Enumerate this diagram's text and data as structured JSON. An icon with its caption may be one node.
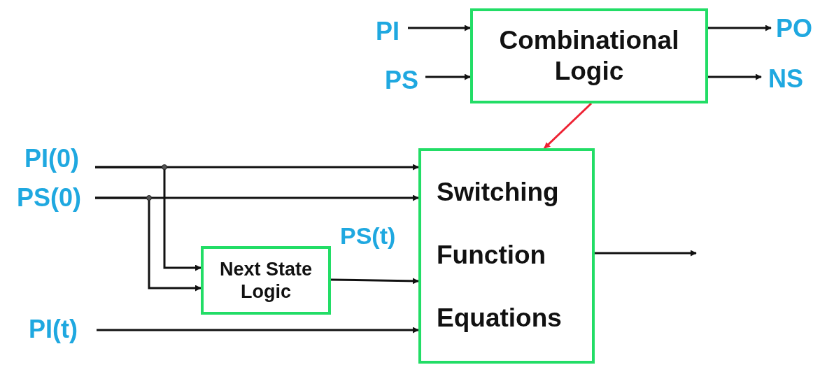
{
  "diagram": {
    "nodes": [
      {
        "text": [
          "PI"
        ]
      },
      {
        "text": [
          "PS"
        ]
      },
      {
        "text": [
          "Combinational Logic"
        ]
      },
      {
        "text": [
          "PO"
        ]
      },
      {
        "text": [
          "NS"
        ]
      },
      {
        "text": [
          "PI(0)"
        ]
      },
      {
        "text": [
          "PS(0)"
        ]
      },
      {
        "text": [
          "Next State Logic"
        ]
      },
      {
        "text": [
          "Switching Function Equations"
        ]
      },
      {
        "text": [
          "PI(t)"
        ]
      }
    ],
    "edges": [
      {
        "from": 0,
        "to": 2,
        "arrow": "to"
      },
      {
        "from": 1,
        "to": 2,
        "arrow": "to"
      },
      {
        "from": 2,
        "to": 3,
        "arrow": "to"
      },
      {
        "from": 2,
        "to": 4,
        "arrow": "to"
      },
      {
        "from": 2,
        "to": 8,
        "arrow": "to",
        "color": "#ee2233"
      },
      {
        "from": 5,
        "to": 8,
        "arrow": "to"
      },
      {
        "from": 6,
        "to": 8,
        "arrow": "to"
      },
      {
        "from": 5,
        "to": 7,
        "arrow": "to"
      },
      {
        "from": 6,
        "to": 7,
        "arrow": "to"
      },
      {
        "from": 7,
        "to": 8,
        "arrow": "to",
        "label": "PS(t)"
      },
      {
        "from": 9,
        "to": 8,
        "arrow": "to"
      },
      {
        "from": 8,
        "to": null,
        "arrow": "to"
      }
    ]
  }
}
